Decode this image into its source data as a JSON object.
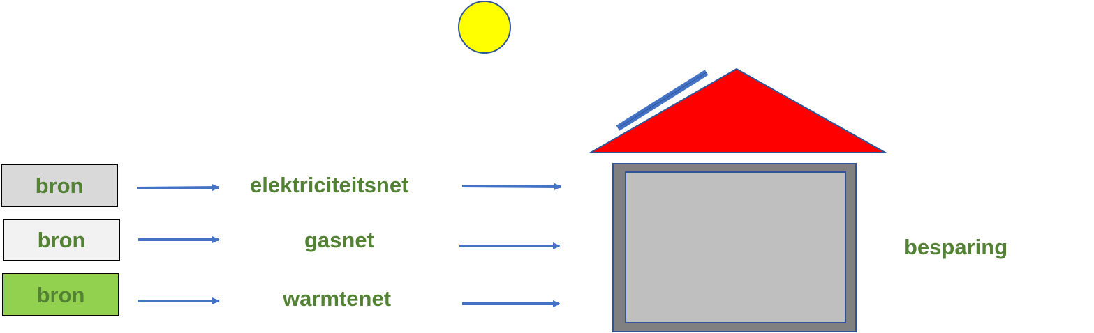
{
  "sources": [
    {
      "label": "bron",
      "color": "#d9d9d9"
    },
    {
      "label": "bron",
      "color": "#f2f2f2"
    },
    {
      "label": "bron",
      "color": "#92d050"
    }
  ],
  "networks": [
    {
      "label": "elektriciteitsnet"
    },
    {
      "label": "gasnet"
    },
    {
      "label": "warmtenet"
    }
  ],
  "savings_label": "besparing",
  "colors": {
    "text": "#548235",
    "arrow": "#4472c4",
    "sun": "#ffff00",
    "roof": "#ff0000",
    "solar_panel": "#4472c4",
    "house_wall": "#808080",
    "house_interior": "#bfbfbf"
  }
}
